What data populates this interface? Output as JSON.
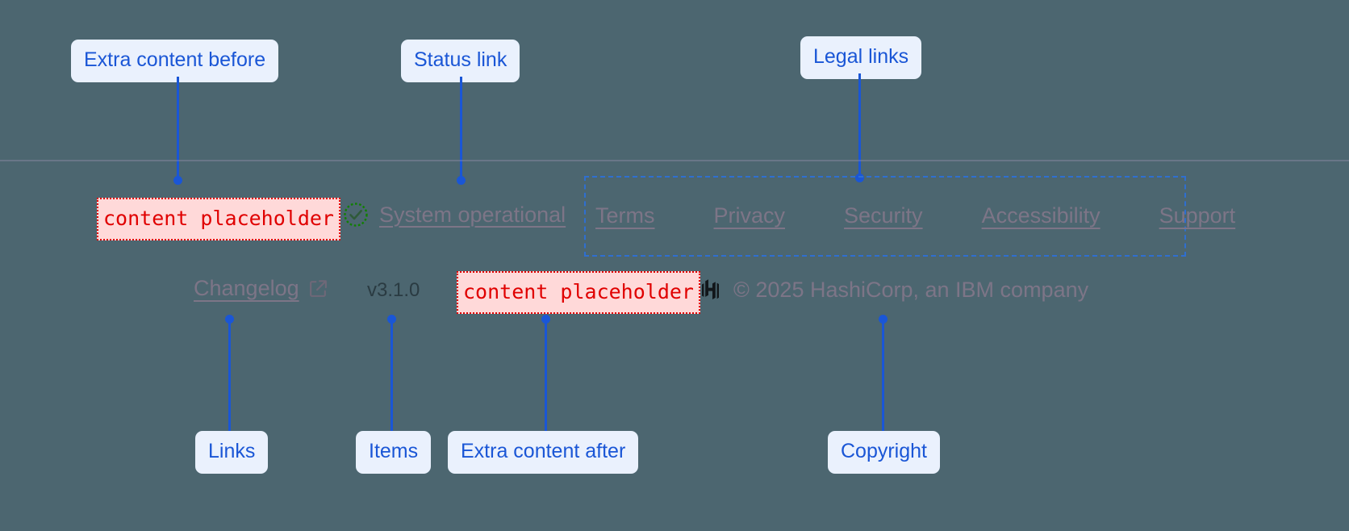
{
  "annotations": {
    "extra_before": "Extra content before",
    "status_link": "Status link",
    "legal_links": "Legal links",
    "links": "Links",
    "items": "Items",
    "extra_after": "Extra content after",
    "copyright": "Copyright"
  },
  "footer": {
    "placeholder_before": "content placeholder",
    "placeholder_after": "content placeholder",
    "status": {
      "label": "System operational",
      "icon": "check-circle-icon",
      "icon_color": "#108000"
    },
    "legal_links": [
      {
        "label": "Terms"
      },
      {
        "label": "Privacy"
      },
      {
        "label": "Security"
      },
      {
        "label": "Accessibility"
      },
      {
        "label": "Support"
      }
    ],
    "changelog": {
      "label": "Changelog",
      "icon": "external-link-icon"
    },
    "version": "v3.1.0",
    "copyright": {
      "logo": "hashicorp-logo",
      "text": "© 2025 HashiCorp, an IBM company"
    }
  },
  "colors": {
    "background": "#4c6670",
    "annotation_accent": "#1a56d6",
    "annotation_pill_bg": "#eaf1fd",
    "placeholder_border": "#e00000",
    "placeholder_bg": "#ffd9d9",
    "link_text": "#7d7587",
    "group_outline": "#2f6fd0",
    "status_ok": "#108000"
  }
}
